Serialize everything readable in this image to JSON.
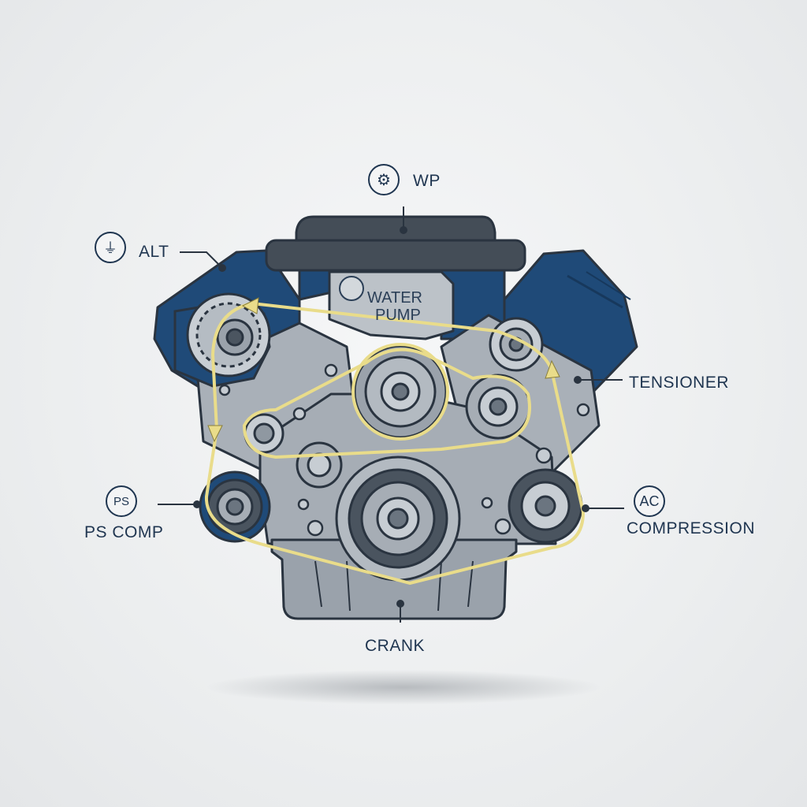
{
  "labels": {
    "wp": "WP",
    "alt": "ALT",
    "tensioner": "TENSIONER",
    "ps_comp": "PS COMP",
    "ac": "AC",
    "compression": "COMPRESSION",
    "crank": "CRANK",
    "water": "WATER",
    "pump": "PUMP",
    "ps_badge": "PS"
  },
  "colors": {
    "belt": "#e9dc8a",
    "navy": "#1f4a78",
    "dark": "#3f4a56",
    "steel": "#a6adb5",
    "text": "#1f3550"
  }
}
